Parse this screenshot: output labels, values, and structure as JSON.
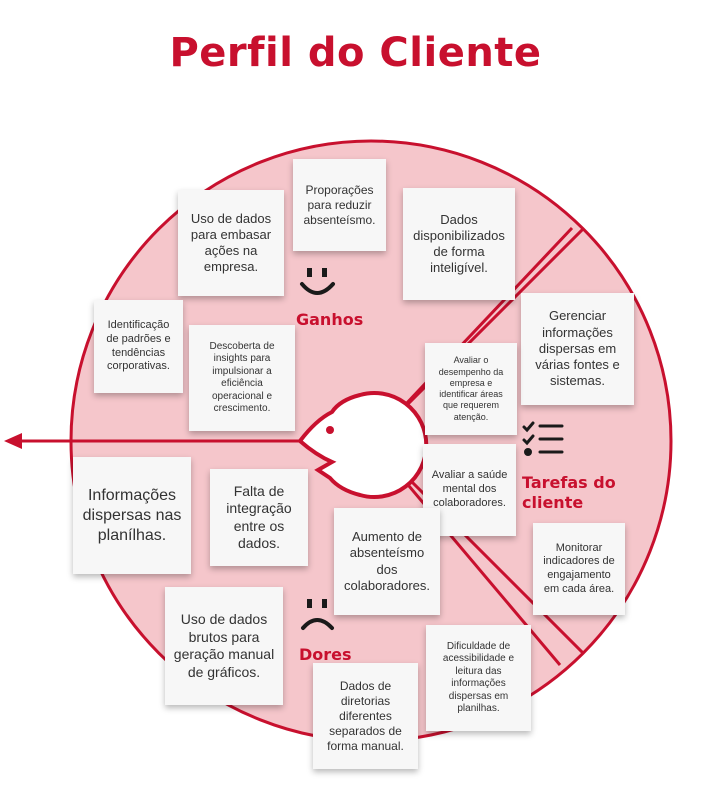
{
  "title": "Perfil do Cliente",
  "colors": {
    "accent": "#c8102e",
    "circle_fill": "#f5c6cb",
    "note_bg": "#f7f7f7"
  },
  "sections": {
    "gains": {
      "label": "Ganhos",
      "icon": "smile-icon"
    },
    "tasks": {
      "label": "Tarefas do cliente",
      "icon": "checklist-icon"
    },
    "pains": {
      "label": "Dores",
      "icon": "frown-icon"
    }
  },
  "notes": {
    "gains": [
      "Proporações para reduzir absenteísmo.",
      "Uso de dados para embasar ações na empresa.",
      "Dados disponibilizados de forma inteligível.",
      "Identificação de padrões e tendências corporativas.",
      "Descoberta de insights para impulsionar a eficiência operacional e crescimento."
    ],
    "tasks": [
      "Gerenciar informações dispersas em várias fontes e sistemas.",
      "Avaliar o desempenho da empresa e identificar áreas que requerem atenção.",
      "Avaliar a saúde mental dos colaboradores.",
      "Monitorar indicadores de engajamento em cada área."
    ],
    "pains": [
      "Informações dispersas nas planílhas.",
      "Falta de integração entre os dados.",
      "Aumento de absenteísmo dos colaboradores.",
      "Uso de dados brutos para geração manual de gráficos.",
      "Dificuldade de acessibilidade e leitura das informações dispersas em planilhas.",
      "Dados de diretorias diferentes separados de forma manual."
    ]
  }
}
